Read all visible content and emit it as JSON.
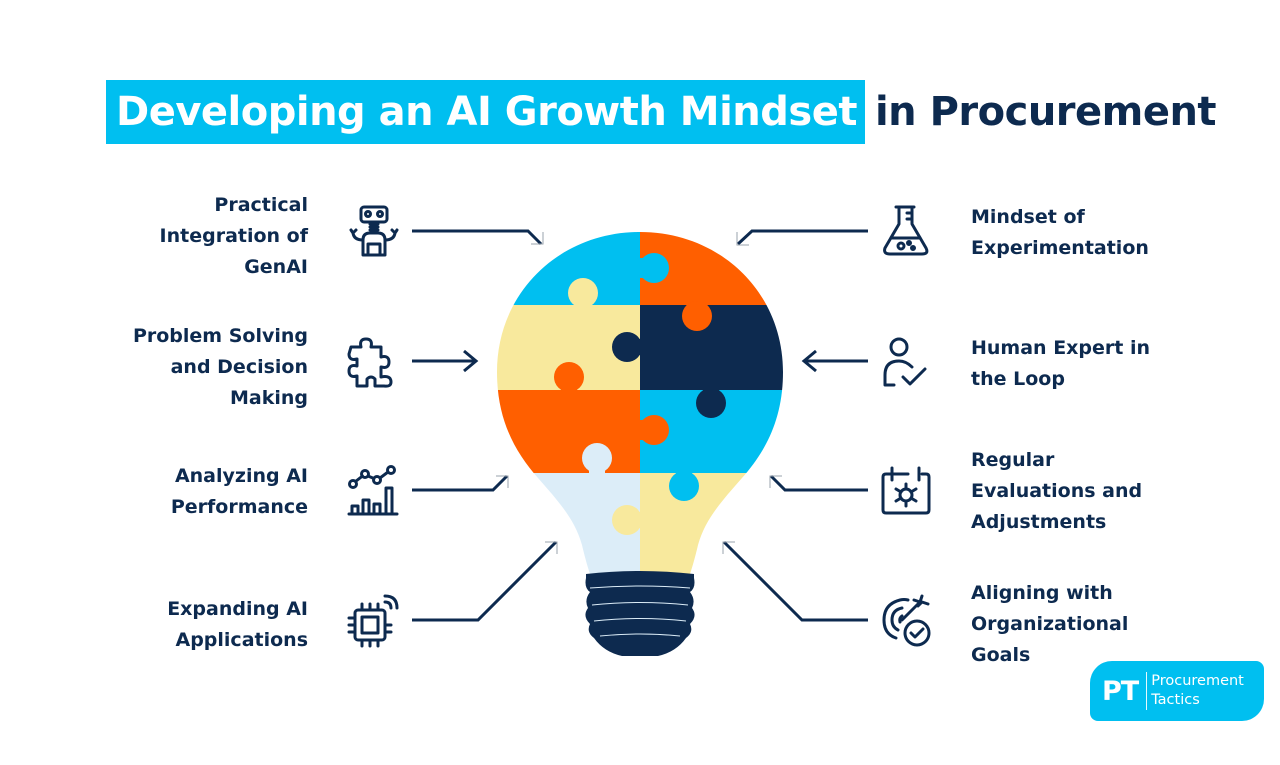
{
  "title": {
    "highlighted": "Developing an AI Growth Mindset",
    "rest": "in Procurement"
  },
  "colors": {
    "navy": "#0d2a4f",
    "cyan": "#00bff0",
    "orange": "#ff5f00",
    "yellow": "#f8e99d",
    "light_blue": "#dcedf8",
    "white": "#ffffff"
  },
  "left_items": [
    {
      "label": "Practical Integration of GenAI",
      "lines": [
        "Practical",
        "Integration of",
        "GenAI"
      ],
      "icon": "robot-icon",
      "connector": "line-to-bulb"
    },
    {
      "label": "Problem Solving and Decision Making",
      "lines": [
        "Problem Solving",
        "and Decision",
        "Making"
      ],
      "icon": "puzzle-piece-icon",
      "connector": "arrow-to-bulb"
    },
    {
      "label": "Analyzing AI Performance",
      "lines": [
        "Analyzing AI",
        "Performance"
      ],
      "icon": "analytics-chart-icon",
      "connector": "line-to-bulb"
    },
    {
      "label": "Expanding AI Applications",
      "lines": [
        "Expanding AI",
        "Applications"
      ],
      "icon": "wireless-chip-icon",
      "connector": "line-to-bulb"
    }
  ],
  "right_items": [
    {
      "label": "Mindset of Experimentation",
      "lines": [
        "Mindset of",
        "Experimentation"
      ],
      "icon": "flask-icon",
      "connector": "line-to-bulb"
    },
    {
      "label": "Human Expert in the Loop",
      "lines": [
        "Human Expert in",
        "the Loop"
      ],
      "icon": "user-check-icon",
      "connector": "arrow-to-bulb"
    },
    {
      "label": "Regular Evaluations and Adjustments",
      "lines": [
        "Regular",
        "Evaluations and",
        "Adjustments"
      ],
      "icon": "calendar-gear-icon",
      "connector": "line-to-bulb"
    },
    {
      "label": "Aligning with Organizational Goals",
      "lines": [
        "Aligning with",
        "Organizational",
        "Goals"
      ],
      "icon": "target-check-icon",
      "connector": "line-to-bulb"
    }
  ],
  "center": {
    "graphic": "puzzle-lightbulb",
    "pieces": [
      "cyan",
      "orange",
      "yellow",
      "navy",
      "orange",
      "cyan",
      "light_blue",
      "yellow"
    ]
  },
  "logo": {
    "mark": "PT",
    "line1": "Procurement",
    "line2": "Tactics"
  }
}
